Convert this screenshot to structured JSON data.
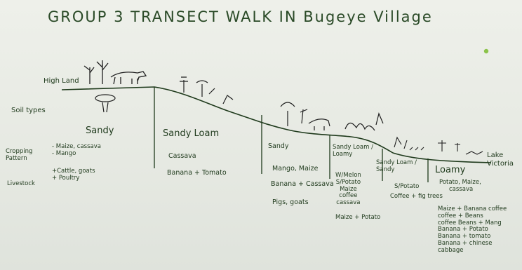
{
  "title": "GROUP 3 TRANSECT WALK IN Bugeye Village",
  "row_labels": {
    "high_land": "High Land",
    "soil_types": "Soil types",
    "cropping_pattern": "Cropping Pattern",
    "livestock": "Livestock"
  },
  "end_label": {
    "line1": "Lake",
    "line2": "Victoria"
  },
  "zones": [
    {
      "soil": "Sandy",
      "crops": [
        "- Maize, cassava",
        "- Mango"
      ],
      "livestock": [
        "+Cattle, goats",
        "+ Poultry"
      ]
    },
    {
      "soil": "Sandy Loam",
      "crops": [
        "Cassava",
        "Banana + Tomato"
      ],
      "livestock": []
    },
    {
      "soil": "Sandy",
      "crops": [
        "Mango, Maize",
        "Banana + Cassava"
      ],
      "livestock": [
        "Pigs, goats"
      ]
    },
    {
      "soil": "Sandy Loam / Loamy",
      "crops": [
        "W/Melon",
        "S/Potato",
        "Maize",
        "coffee",
        "cassava",
        "Maize + Potato"
      ],
      "livestock": []
    },
    {
      "soil": "Sandy Loam / Sandy",
      "crops": [
        "S/Potato",
        "Coffee + fig trees"
      ],
      "livestock": []
    },
    {
      "soil": "Loamy",
      "crops": [
        "Potato, Maize,",
        "cassava",
        "Maize + Banana coffee",
        "coffee + Beans",
        "coffee Beans + Mang",
        "Banana + Potato",
        "Banana + tomato",
        "Banana + chinese",
        "cabbage"
      ],
      "livestock": []
    }
  ],
  "colors": {
    "ink": "#1f3a1c",
    "paper": "#e9ebe4",
    "marker_dot": "#8bc34a"
  }
}
